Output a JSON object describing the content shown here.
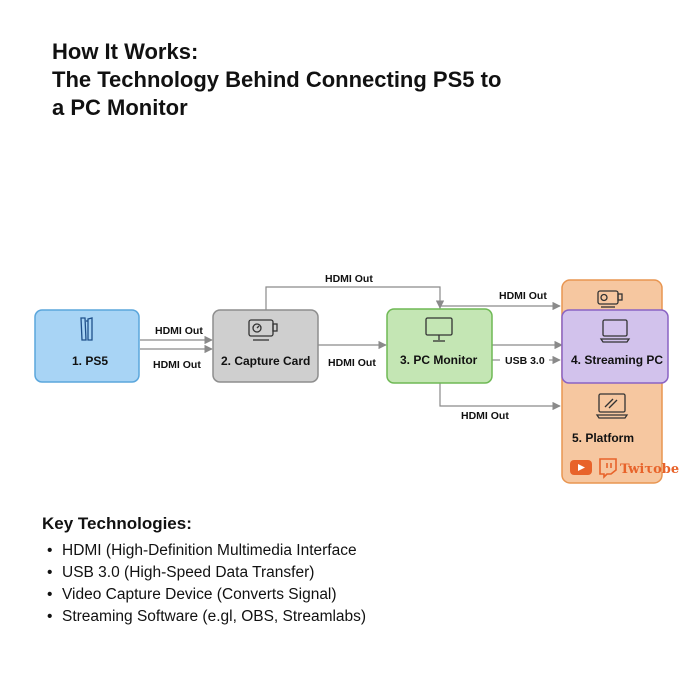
{
  "title": {
    "line1": "How It Works:",
    "line2": "The Technology Behind Connecting PS5 to",
    "line3": "a PC Monitor"
  },
  "nodes": {
    "ps5": {
      "label": "1. PS5",
      "icon": "ps5-console-icon",
      "fill": "#a8d4f5",
      "stroke": "#5aa6dc"
    },
    "capture": {
      "label": "2. Capture Card",
      "icon": "capture-card-icon",
      "fill": "#cfcfcf",
      "stroke": "#8e8e8e"
    },
    "monitor": {
      "label": "3. PC Monitor",
      "icon": "monitor-icon",
      "fill": "#c4e6b4",
      "stroke": "#6fb955"
    },
    "streaming_pc": {
      "label": "4. Streaming PC",
      "icon": "laptop-icon",
      "fill": "#d2c2ec",
      "stroke": "#8a63c4"
    },
    "platform": {
      "label": "5. Platform",
      "icon": "laptop-icon",
      "fill": "#f6c7a0",
      "stroke": "#e89550"
    }
  },
  "edges": {
    "ps5_capture_top": "HDMI Out",
    "ps5_capture_bottom": "HDMI Out",
    "capture_monitor": "HDMI Out",
    "capture_top_loop": "HDMI Out",
    "monitor_top": "HDMI Out",
    "monitor_usb": "USB 3.0",
    "monitor_bottom": "HDMI Out"
  },
  "platform_logos": {
    "youtube": "youtube-icon",
    "twitch": "twitch-icon",
    "text": "Twiτobe"
  },
  "key": {
    "heading": "Key Technologies:",
    "items": [
      "HDMI (High-Definition Multimedia Interface",
      "USB 3.0 (High-Speed Data Transfer)",
      "Video Capture Device (Converts Signal)",
      "Streaming Software (e.gl, OBS, Streamlabs)"
    ]
  }
}
